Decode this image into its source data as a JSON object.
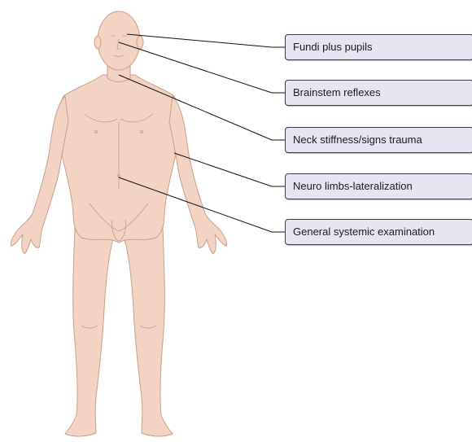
{
  "labels": [
    "Fundi plus pupils",
    "Brainstem reflexes",
    "Neck stiffness/signs trauma",
    "Neuro limbs-lateralization",
    "General systemic examination"
  ],
  "colors": {
    "skin": "#f3d4c4",
    "skin_outline": "#c79f8c",
    "box_fill": "#e6e6f3",
    "box_border": "#3a3a4a",
    "leader_line": "#111111"
  }
}
